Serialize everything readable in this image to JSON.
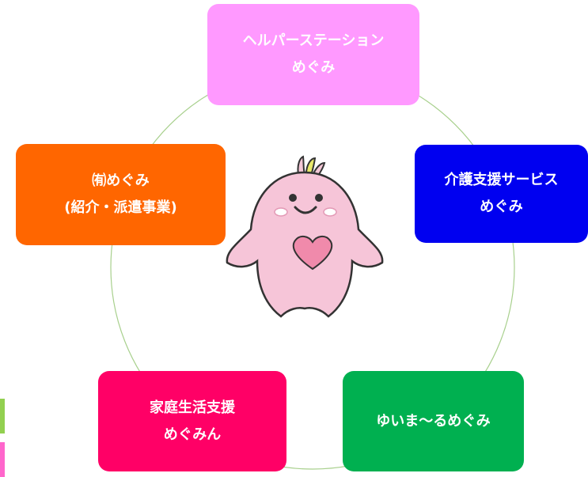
{
  "diagram": {
    "nodes": [
      {
        "id": "top",
        "lines": [
          "ヘルパーステーション",
          "めぐみ"
        ],
        "color": "#ff99ff"
      },
      {
        "id": "right",
        "lines": [
          "介護支援サービス",
          "めぐみ"
        ],
        "color": "#0000f0"
      },
      {
        "id": "bottom_right",
        "lines": [
          "ゆいま〜るめぐみ"
        ],
        "color": "#00b050"
      },
      {
        "id": "bottom_left",
        "lines": [
          "家庭生活支援",
          "めぐみん"
        ],
        "color": "#ff0066"
      },
      {
        "id": "left",
        "lines": [
          "㈲めぐみ",
          "(紹介・派遣事業)"
        ],
        "color": "#ff6600"
      }
    ],
    "ring_color": "#a8d08d",
    "mascot": "pink-mascot-with-heart"
  },
  "edge_tabs": [
    {
      "color": "#92d050"
    },
    {
      "color": "#ff66cc"
    }
  ]
}
